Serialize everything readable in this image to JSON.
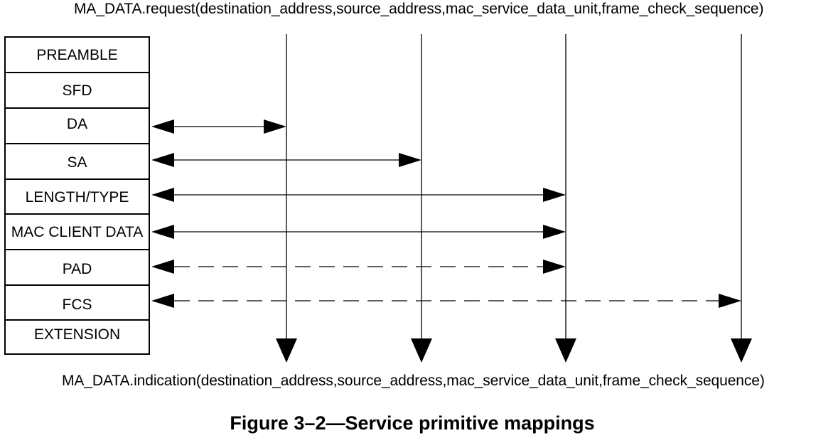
{
  "request_label": "MA_DATA.request(destination_address,source_address,mac_service_data_unit,frame_check_sequence)",
  "indication_label": "MA_DATA.indication(destination_address,source_address,mac_service_data_unit,frame_check_sequence)",
  "caption": "Figure 3–2—Service primitive mappings",
  "frame_fields": [
    {
      "id": "preamble",
      "label": "PREAMBLE"
    },
    {
      "id": "sfd",
      "label": "SFD"
    },
    {
      "id": "da",
      "label": "DA"
    },
    {
      "id": "sa",
      "label": "SA"
    },
    {
      "id": "length-type",
      "label": "LENGTH/TYPE"
    },
    {
      "id": "mac-client-data",
      "label": "MAC CLIENT DATA"
    },
    {
      "id": "pad",
      "label": "PAD"
    },
    {
      "id": "fcs",
      "label": "FCS"
    },
    {
      "id": "extension",
      "label": "EXTENSION"
    }
  ],
  "parameters": [
    "destination_address",
    "source_address",
    "mac_service_data_unit",
    "frame_check_sequence"
  ],
  "mappings": [
    {
      "field": "da",
      "parameter": "destination_address",
      "style": "solid"
    },
    {
      "field": "sa",
      "parameter": "source_address",
      "style": "solid"
    },
    {
      "field": "length-type",
      "parameter": "mac_service_data_unit",
      "style": "solid"
    },
    {
      "field": "mac-client-data",
      "parameter": "mac_service_data_unit",
      "style": "solid"
    },
    {
      "field": "pad",
      "parameter": "mac_service_data_unit",
      "style": "dashed"
    },
    {
      "field": "fcs",
      "parameter": "frame_check_sequence",
      "style": "dashed"
    }
  ]
}
